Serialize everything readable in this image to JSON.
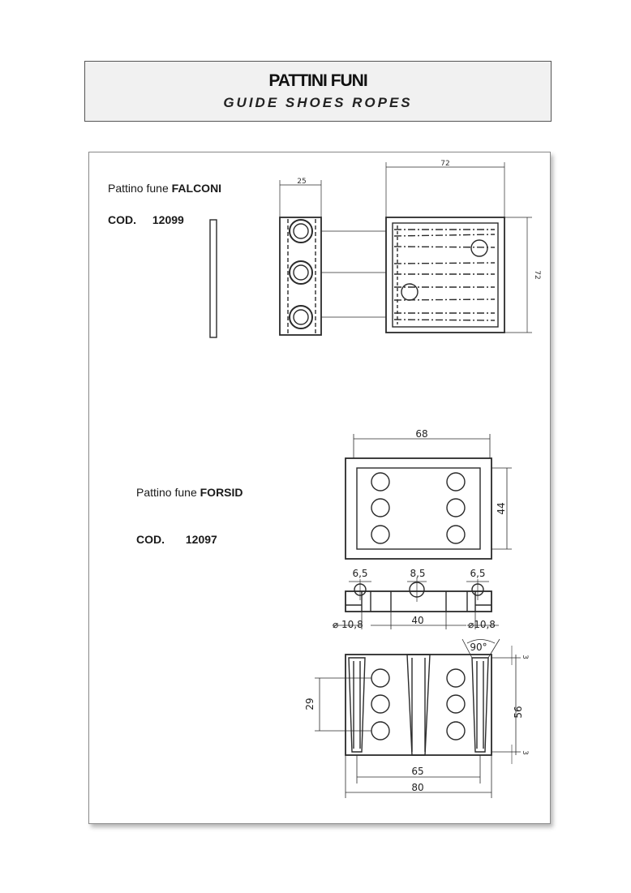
{
  "header": {
    "title": "PATTINI FUNI",
    "subtitle": "GUIDE SHOES ROPES"
  },
  "products": [
    {
      "label_prefix": "Pattino fune",
      "name": "FALCONI",
      "cod_label": "COD.",
      "code": "12099",
      "dimensions": {
        "thickness": "25",
        "width": "72",
        "height": "72"
      }
    },
    {
      "label_prefix": "Pattino fune",
      "name": "FORSID",
      "cod_label": "COD.",
      "code": "12097",
      "dimensions": {
        "top_width": "68",
        "top_height": "44",
        "hole_left": "6,5",
        "hole_mid": "8,5",
        "hole_right": "6,5",
        "bore_left": "⌀ 10,8",
        "bore_right": "⌀10,8",
        "span": "40",
        "angle": "90°",
        "edge_top": "3",
        "edge_bottom": "3",
        "side_height": "56",
        "pitch": "29",
        "inner_width": "65",
        "outer_width": "80"
      }
    }
  ]
}
